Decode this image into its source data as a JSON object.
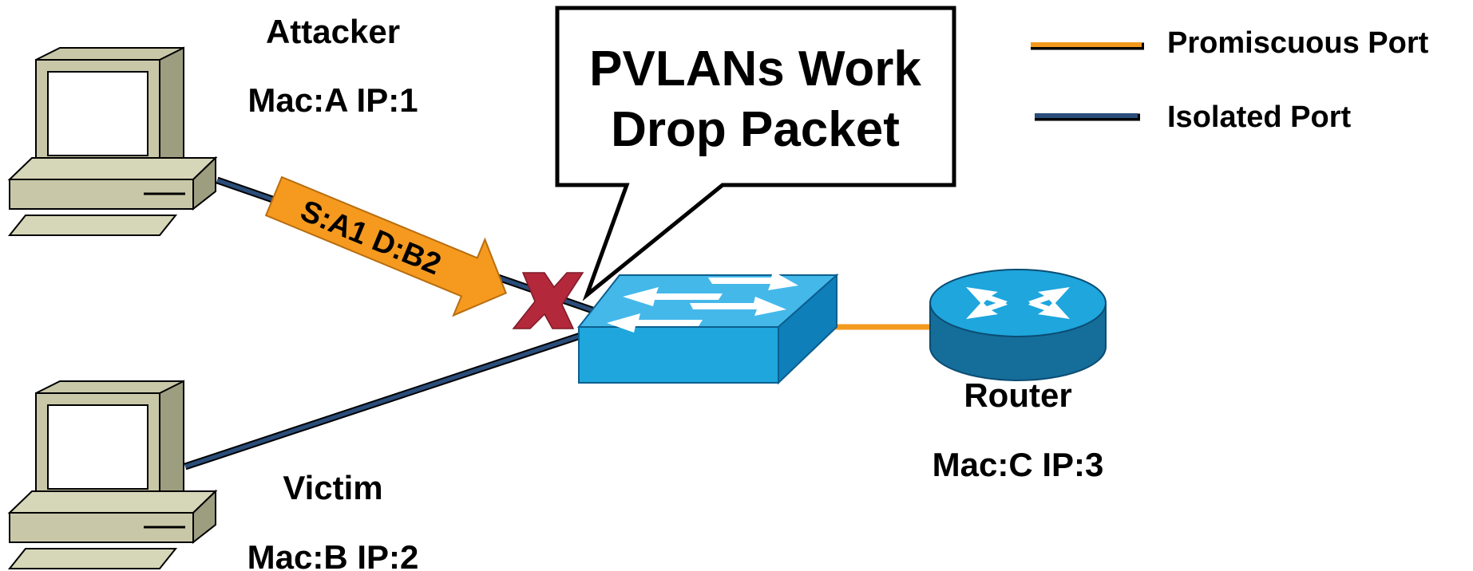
{
  "attacker": {
    "name": "Attacker",
    "address": "Mac:A IP:1"
  },
  "victim": {
    "name": "Victim",
    "address": "Mac:B IP:2"
  },
  "router": {
    "name": "Router",
    "address": "Mac:C IP:3"
  },
  "packet": {
    "label": "S:A1 D:B2"
  },
  "callout": {
    "line1": "PVLANs Work",
    "line2": "Drop Packet"
  },
  "legend": {
    "items": [
      {
        "label": "Promiscuous Port",
        "color": "#f39a1e"
      },
      {
        "label": "Isolated Port",
        "color": "#2a4d7a"
      }
    ]
  },
  "colors": {
    "isolated_link": "#2a4d7a",
    "promiscuous_link": "#f39a1e",
    "switch": "#1ea6dd",
    "router": "#1a8fc9",
    "drop_mark": "#b3283a",
    "packet_arrow": "#f59a1f"
  },
  "icons": [
    "pc-icon",
    "switch-icon",
    "router-icon",
    "drop-x-icon",
    "packet-arrow-icon"
  ]
}
